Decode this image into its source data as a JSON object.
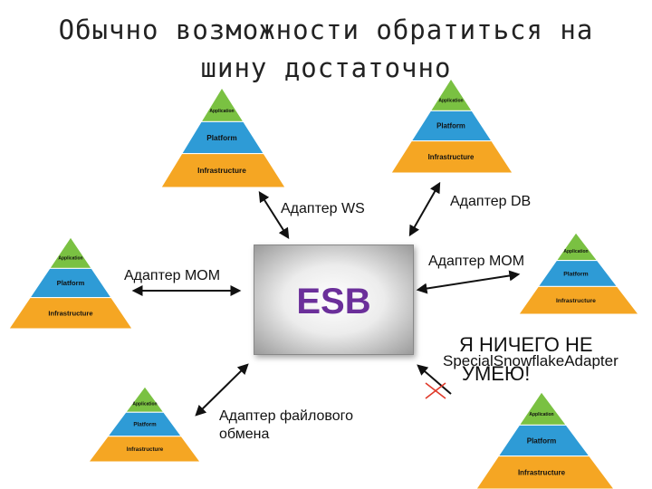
{
  "title": {
    "line1": "Обычно возможности обратиться на",
    "line2": "шину достаточно"
  },
  "esb": {
    "label": "ESB"
  },
  "pyramid": {
    "levels": [
      "Application",
      "Platform",
      "Infrastructure"
    ],
    "colors": {
      "top": "#7ac142",
      "middle": "#2e9bd6",
      "bottom": "#f5a623"
    }
  },
  "adapters": {
    "ws": "Адаптер WS",
    "db": "Адаптер DB",
    "mom_left": "Адаптер MOM",
    "mom_right": "Адаптер MOM",
    "file_line1": "Адаптер файлового",
    "file_line2": "обмена"
  },
  "special": {
    "line1": "Я НИЧЕГО НЕ",
    "adapter_name": "SpecialSnowflakeAdapter",
    "line2": "УМЕЮ!"
  }
}
